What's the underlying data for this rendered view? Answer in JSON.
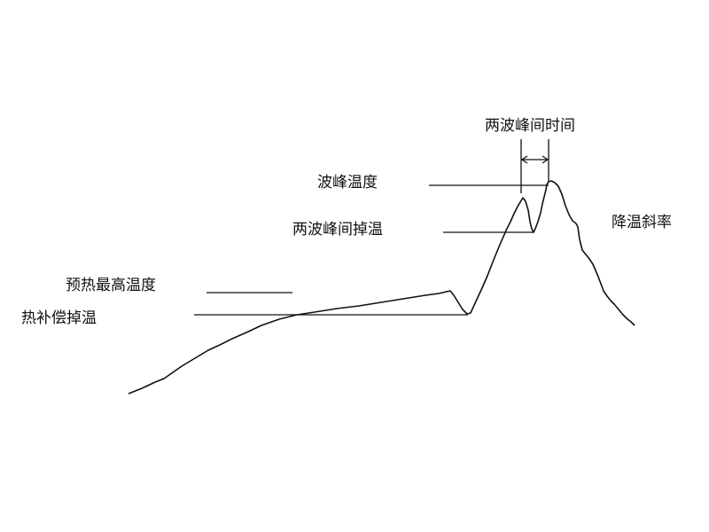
{
  "labels": {
    "peak_interval": "两波峰间时间",
    "wave_peak_temp": "波峰温度",
    "inter_peak_drop": "两波峰间掉温",
    "cooling_slope": "降温斜率",
    "preheat_max_temp": "预热最高温度",
    "heat_compensation_drop": "热补偿掉温"
  },
  "colors": {
    "line": "#111111",
    "background": "#ffffff"
  }
}
